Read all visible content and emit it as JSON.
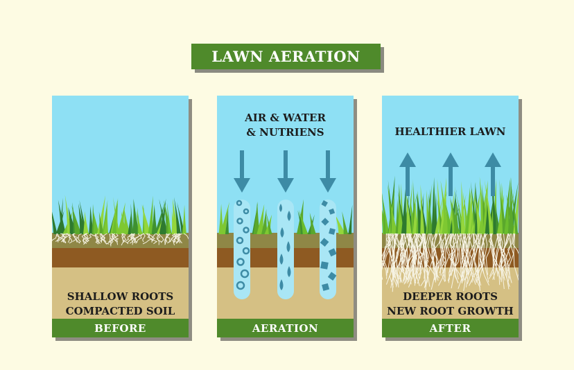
{
  "title": "LAWN AERATION",
  "panels": [
    {
      "footer": "BEFORE",
      "bottom_lines": [
        "SHALLOW ROOTS",
        "COMPACTED SOIL"
      ]
    },
    {
      "footer": "AERATION",
      "top_lines": [
        "AIR & WATER",
        "& NUTRIENS"
      ]
    },
    {
      "footer": "AFTER",
      "top_lines": [
        "HEALTHIER LAWN"
      ],
      "bottom_lines": [
        "DEEPER ROOTS",
        "NEW ROOT GROWTH"
      ]
    }
  ],
  "colors": {
    "background": "#fdfbe3",
    "sky": "#8ee0f4",
    "topsoil": "#8f8746",
    "compacted_soil": "#8e5a22",
    "subsoil": "#d5c084",
    "grass_light": "#7ec832",
    "grass_dark": "#2e7a2f",
    "banner_green": "#4f8a2b",
    "arrow": "#3d8ba5"
  },
  "icons": [
    "down-arrow-icon",
    "up-arrow-icon",
    "air-bubble-icon",
    "water-drop-icon",
    "nutrient-granule-icon"
  ]
}
